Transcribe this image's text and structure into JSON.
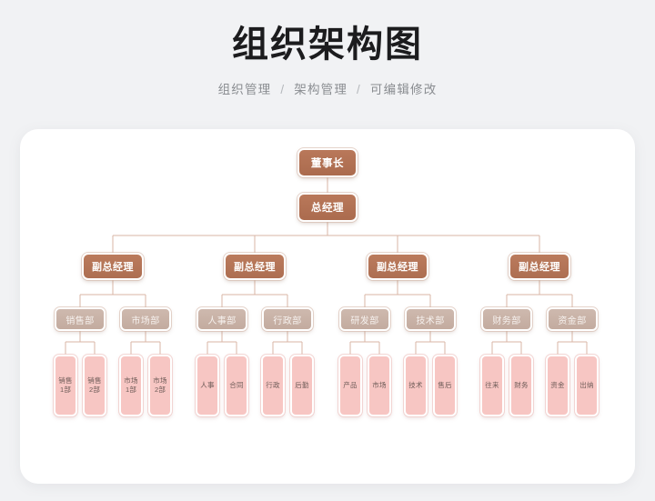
{
  "header": {
    "title": "组织架构图",
    "subtitle_parts": [
      "组织管理",
      "架构管理",
      "可编辑修改"
    ],
    "separator": "/"
  },
  "colors": {
    "background": "#f1f2f4",
    "card": "#ffffff",
    "level1": "#b0714f",
    "level2": "#b4765a",
    "level3": "#c9b3a8",
    "level4": "#f7c6c3",
    "connector": "#d9b5a5",
    "title_text": "#1c1c1e",
    "subtitle_text": "#8a8d91"
  },
  "chart_data": {
    "type": "diagram",
    "title": "组织架构图",
    "root": {
      "label": "董事长",
      "level": 1,
      "children": [
        {
          "label": "总经理",
          "level": 1,
          "children": [
            {
              "label": "副总经理",
              "level": 2,
              "children": [
                {
                  "label": "销售部",
                  "level": 3,
                  "children": [
                    {
                      "label": "销售\n1部",
                      "level": 4
                    },
                    {
                      "label": "销售\n2部",
                      "level": 4
                    }
                  ]
                },
                {
                  "label": "市场部",
                  "level": 3,
                  "children": [
                    {
                      "label": "市场\n1部",
                      "level": 4
                    },
                    {
                      "label": "市场\n2部",
                      "level": 4
                    }
                  ]
                }
              ]
            },
            {
              "label": "副总经理",
              "level": 2,
              "children": [
                {
                  "label": "人事部",
                  "level": 3,
                  "children": [
                    {
                      "label": "人事",
                      "level": 4
                    },
                    {
                      "label": "合同",
                      "level": 4
                    }
                  ]
                },
                {
                  "label": "行政部",
                  "level": 3,
                  "children": [
                    {
                      "label": "行政",
                      "level": 4
                    },
                    {
                      "label": "后勤",
                      "level": 4
                    }
                  ]
                }
              ]
            },
            {
              "label": "副总经理",
              "level": 2,
              "children": [
                {
                  "label": "研发部",
                  "level": 3,
                  "children": [
                    {
                      "label": "产品",
                      "level": 4
                    },
                    {
                      "label": "市场",
                      "level": 4
                    }
                  ]
                },
                {
                  "label": "技术部",
                  "level": 3,
                  "children": [
                    {
                      "label": "技术",
                      "level": 4
                    },
                    {
                      "label": "售后",
                      "level": 4
                    }
                  ]
                }
              ]
            },
            {
              "label": "副总经理",
              "level": 2,
              "children": [
                {
                  "label": "财务部",
                  "level": 3,
                  "children": [
                    {
                      "label": "往来",
                      "level": 4
                    },
                    {
                      "label": "财务",
                      "level": 4
                    }
                  ]
                },
                {
                  "label": "资金部",
                  "level": 3,
                  "children": [
                    {
                      "label": "资金",
                      "level": 4
                    },
                    {
                      "label": "出纳",
                      "level": 4
                    }
                  ]
                }
              ]
            }
          ]
        }
      ]
    },
    "nodes": {
      "chairman": "董事长",
      "general_manager": "总经理",
      "deputy_1": "副总经理",
      "deputy_2": "副总经理",
      "deputy_3": "副总经理",
      "deputy_4": "副总经理",
      "dept_sales": "销售部",
      "dept_market": "市场部",
      "dept_hr": "人事部",
      "dept_admin": "行政部",
      "dept_rd": "研发部",
      "dept_tech": "技术部",
      "dept_finance": "财务部",
      "dept_fund": "资金部",
      "leaf_sales_1": "销售\n1部",
      "leaf_sales_2": "销售\n2部",
      "leaf_market_1": "市场\n1部",
      "leaf_market_2": "市场\n2部",
      "leaf_hr_1": "人事",
      "leaf_hr_2": "合同",
      "leaf_admin_1": "行政",
      "leaf_admin_2": "后勤",
      "leaf_rd_1": "产品",
      "leaf_rd_2": "市场",
      "leaf_tech_1": "技术",
      "leaf_tech_2": "售后",
      "leaf_finance_1": "往来",
      "leaf_finance_2": "财务",
      "leaf_fund_1": "资金",
      "leaf_fund_2": "出纳"
    }
  }
}
